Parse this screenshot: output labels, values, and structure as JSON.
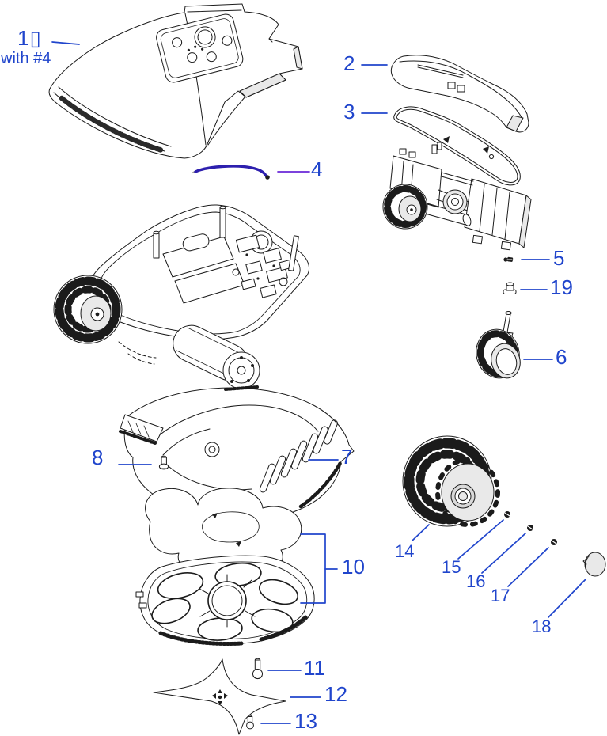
{
  "colors": {
    "callout": "#2045cc",
    "leader_alt": "#6a28d8",
    "wire": "#2d1fae",
    "line": "#1b1b1b",
    "bg": "#ffffff"
  },
  "callouts": {
    "c1": {
      "num": "1",
      "glyph": "▯",
      "note": "with #4"
    },
    "c2": {
      "num": "2"
    },
    "c3": {
      "num": "3"
    },
    "c4": {
      "num": "4"
    },
    "c5": {
      "num": "5"
    },
    "c6": {
      "num": "6"
    },
    "c7": {
      "num": "7"
    },
    "c8": {
      "num": "8"
    },
    "c10": {
      "num": "10"
    },
    "c11": {
      "num": "11"
    },
    "c12": {
      "num": "12"
    },
    "c13": {
      "num": "13"
    },
    "c14": {
      "num": "14"
    },
    "c15": {
      "num": "15"
    },
    "c16": {
      "num": "16"
    },
    "c17": {
      "num": "17"
    },
    "c18": {
      "num": "18"
    },
    "c19": {
      "num": "19"
    }
  },
  "parts": [
    {
      "num": "1",
      "drawing": "top-cover"
    },
    {
      "num": "2",
      "drawing": "bumper-strip"
    },
    {
      "num": "3",
      "drawing": "gasket-seal"
    },
    {
      "num": "4",
      "drawing": "wire"
    },
    {
      "num": "5",
      "drawing": "screw"
    },
    {
      "num": "6",
      "drawing": "caster-wheel"
    },
    {
      "num": "7",
      "drawing": "rear-cover"
    },
    {
      "num": "8",
      "drawing": "screw"
    },
    {
      "num": "10",
      "drawing": "foam-pad-and-rotor-plate"
    },
    {
      "num": "11",
      "drawing": "screw"
    },
    {
      "num": "12",
      "drawing": "star-blade"
    },
    {
      "num": "13",
      "drawing": "screw"
    },
    {
      "num": "14",
      "drawing": "drive-wheel"
    },
    {
      "num": "15",
      "drawing": "fastener"
    },
    {
      "num": "16",
      "drawing": "fastener"
    },
    {
      "num": "17",
      "drawing": "fastener"
    },
    {
      "num": "18",
      "drawing": "hub-cap"
    },
    {
      "num": "19",
      "drawing": "cap-nut"
    }
  ]
}
